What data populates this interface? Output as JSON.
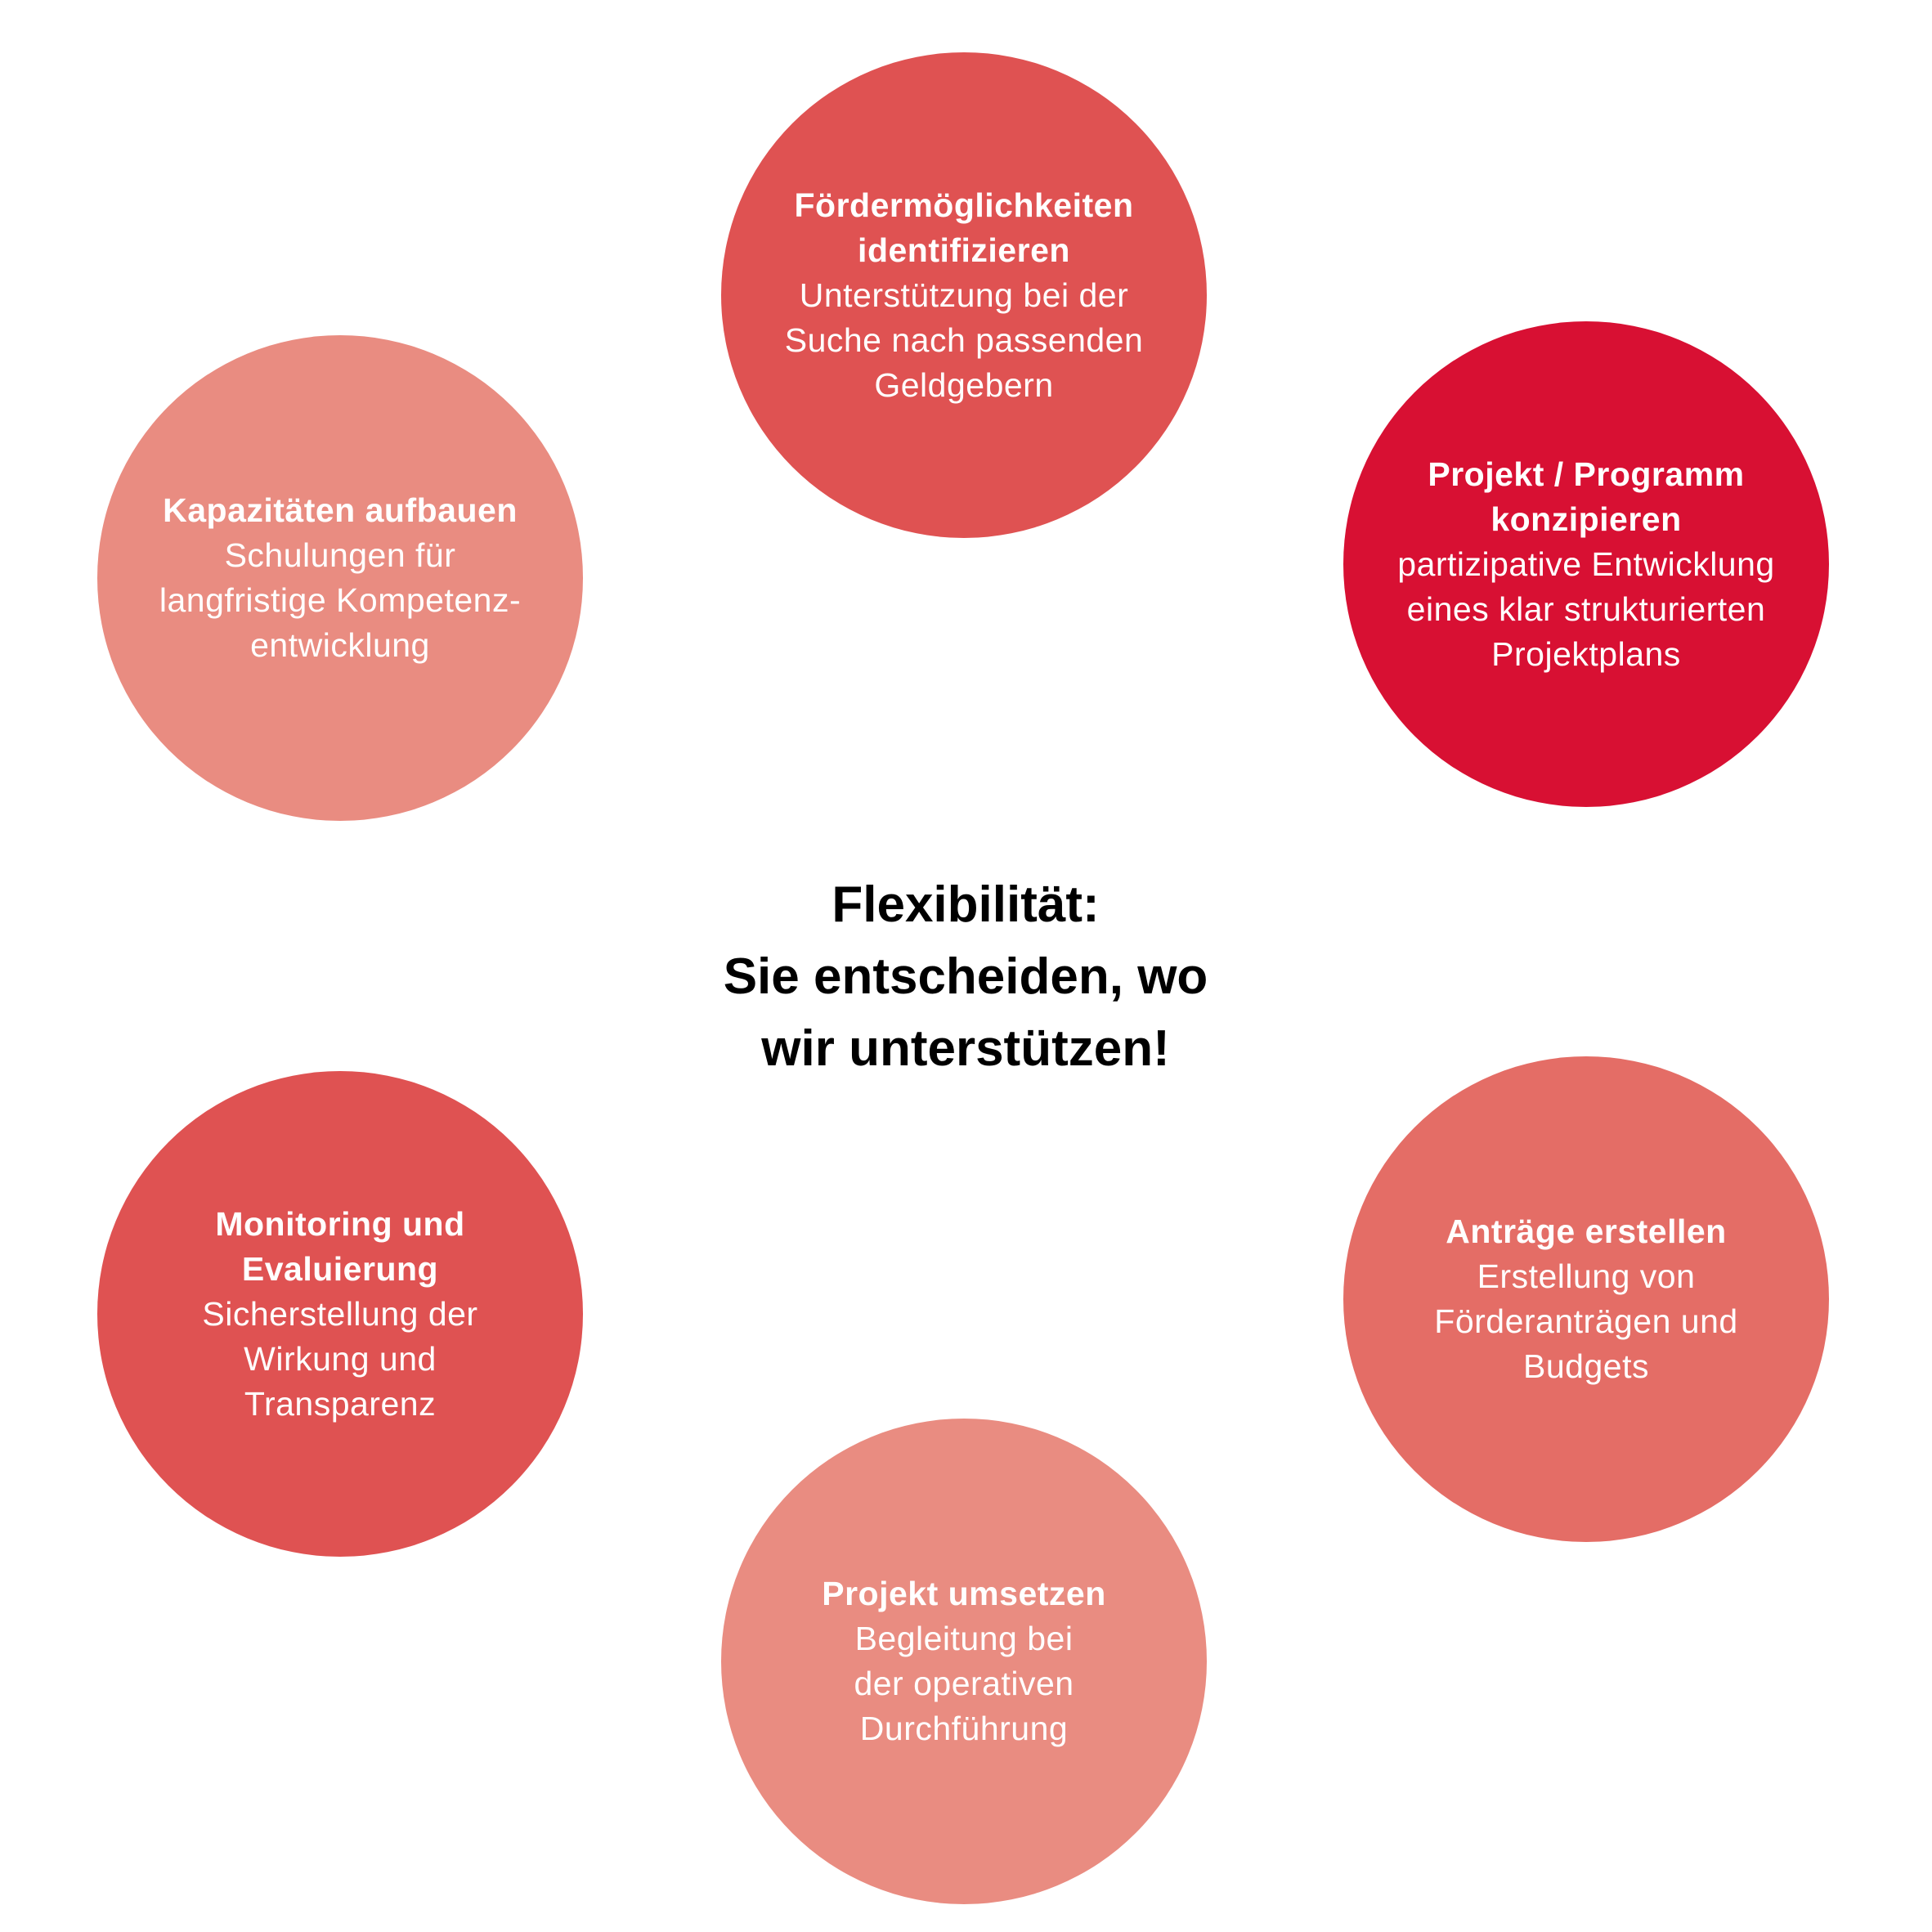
{
  "center": {
    "title": "Flexibilität:\nSie entscheiden, wo\nwir unterstützen!"
  },
  "nodes": [
    {
      "title": "Fördermöglichkeiten\nidentifizieren",
      "description": "Unterstützung bei der\nSuche nach passenden\nGeldgebern",
      "color": "#df5252"
    },
    {
      "title": "Projekt / Programm\nkonzipieren",
      "description": "partizipative Entwicklung\neines klar strukturierten\nProjektplans",
      "color": "#d81033"
    },
    {
      "title": "Anträge erstellen",
      "description": "Erstellung von\nFörderanträgen und\nBudgets",
      "color": "#e46d66"
    },
    {
      "title": "Projekt umsetzen",
      "description": "Begleitung bei\nder operativen\nDurchführung",
      "color": "#e98c81"
    },
    {
      "title": "Monitoring und\nEvaluierung",
      "description": "Sicherstellung der\nWirkung und\nTransparenz",
      "color": "#df5252"
    },
    {
      "title": "Kapazitäten aufbauen",
      "description": "Schulungen für\nlangfristige Kompetenz-\nentwicklung",
      "color": "#e98c81"
    }
  ]
}
